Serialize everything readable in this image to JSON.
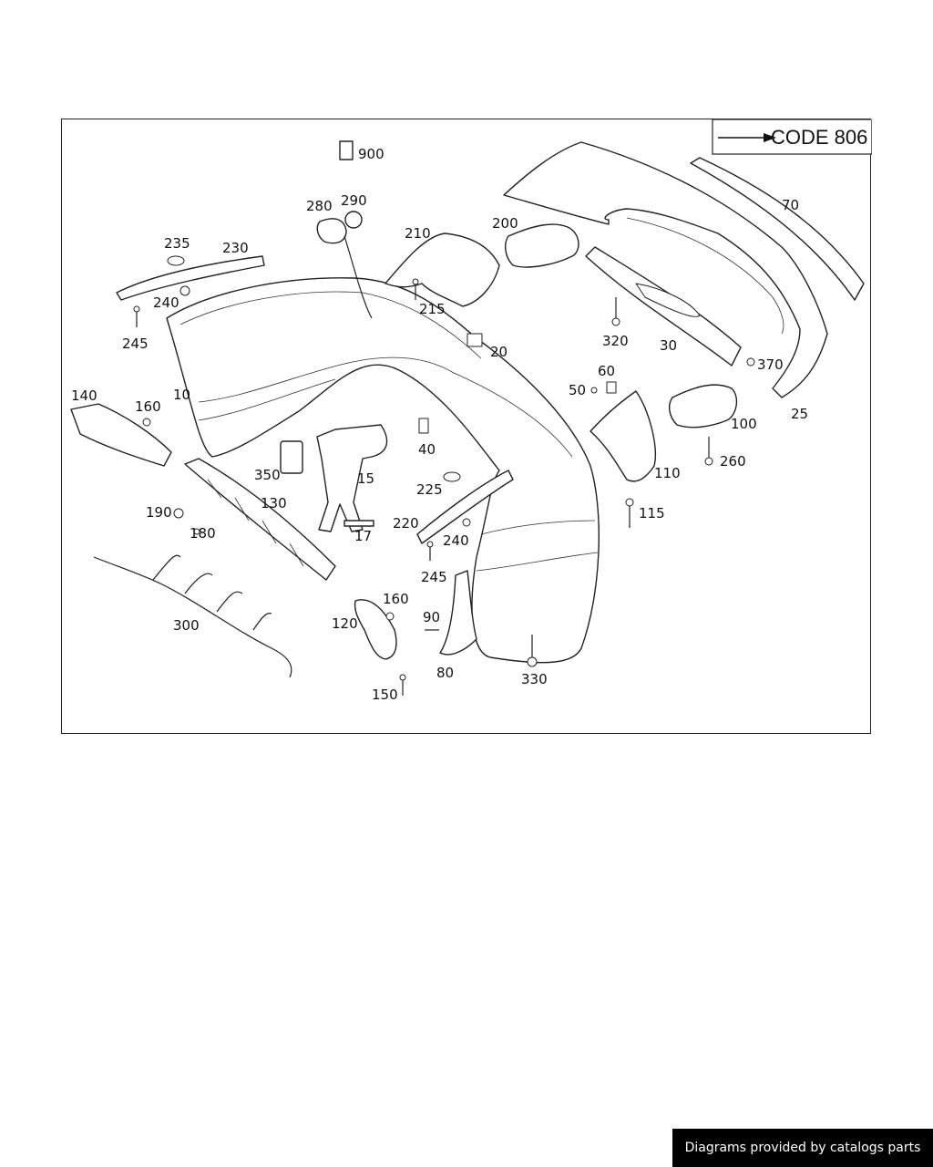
{
  "legend": {
    "code": "CODE 806"
  },
  "callouts": [
    "900",
    "280",
    "290",
    "210",
    "200",
    "70",
    "235",
    "230",
    "240",
    "245",
    "215",
    "20",
    "320",
    "30",
    "370",
    "140",
    "160",
    "10",
    "60",
    "50",
    "100",
    "40",
    "260",
    "25",
    "350",
    "15",
    "225",
    "110",
    "190",
    "180",
    "130",
    "17",
    "220",
    "240",
    "115",
    "245",
    "300",
    "160",
    "90",
    "120",
    "80",
    "330",
    "150"
  ],
  "colors": {
    "line": "#222222",
    "background": "#ffffff",
    "footer_bg": "#000000",
    "footer_text": "#ffffff"
  },
  "footer": {
    "text": "Diagrams provided by catalogs parts"
  }
}
